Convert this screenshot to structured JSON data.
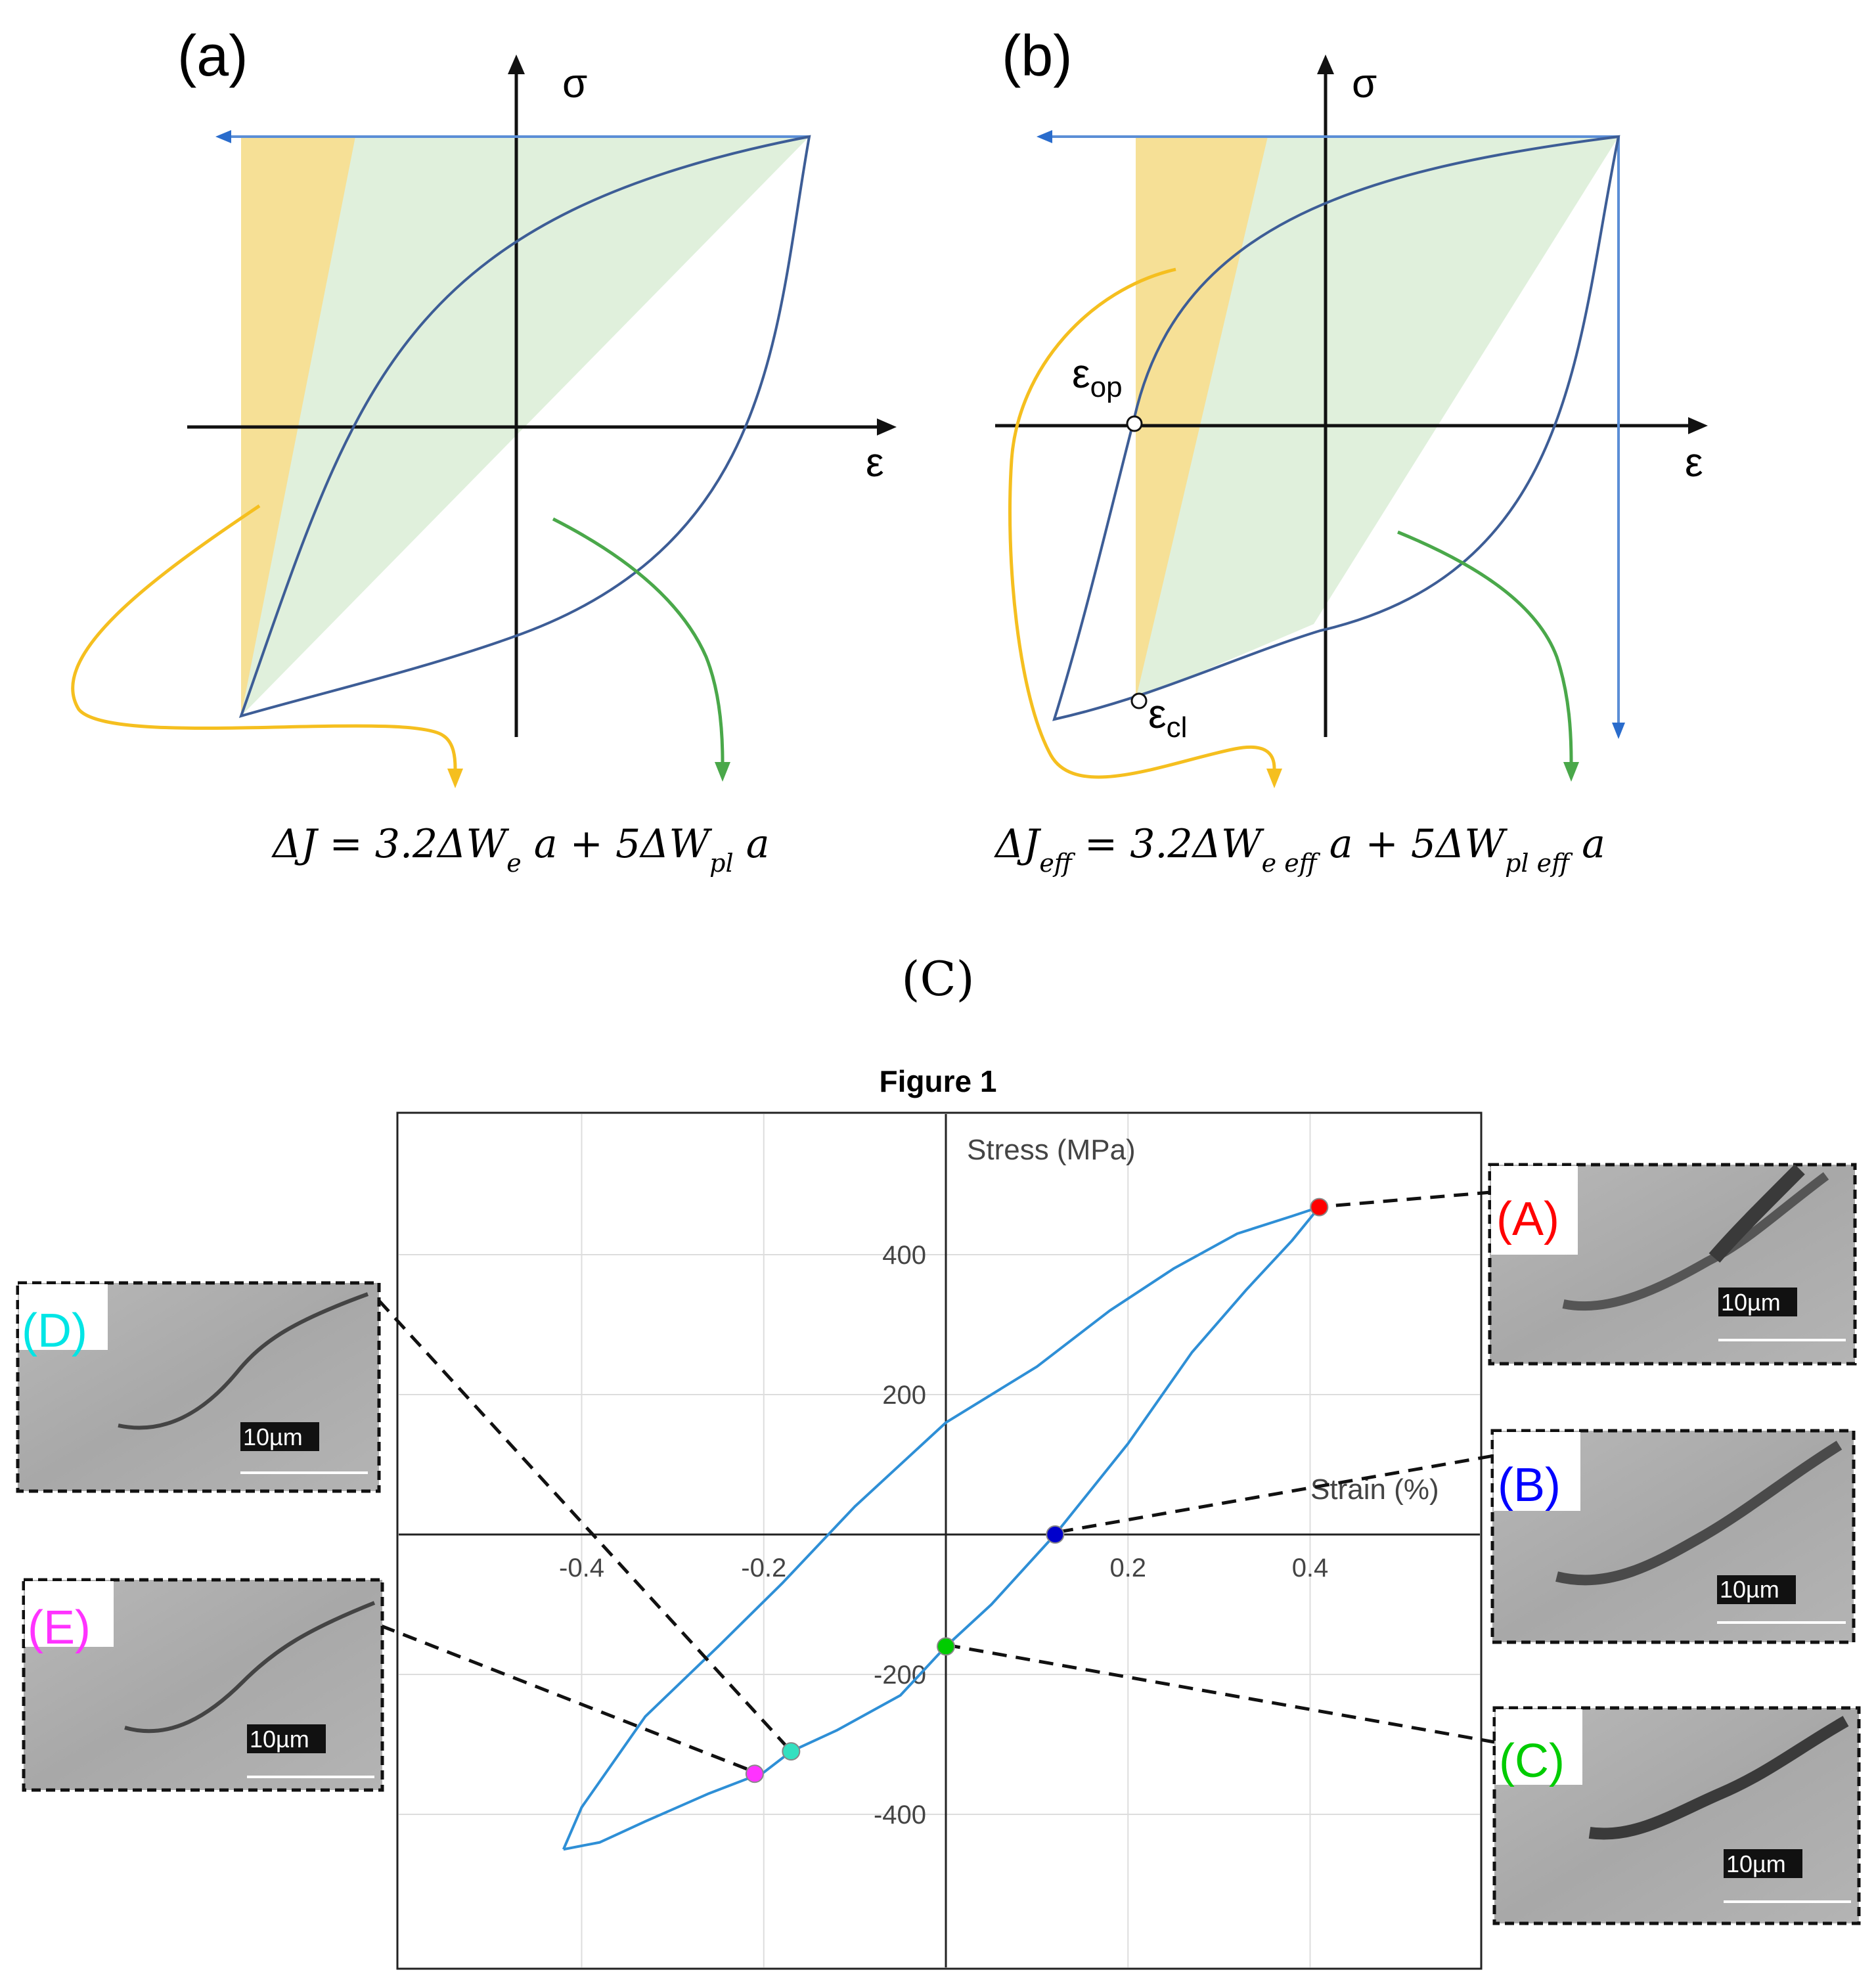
{
  "panel_a": {
    "label": "(a)",
    "sigma": "σ",
    "epsilon": "ε",
    "equation": "ΔJ = 3.2ΔW_e a + 5ΔW_pl a"
  },
  "panel_b": {
    "label": "(b)",
    "sigma": "σ",
    "epsilon": "ε",
    "eps_op": "ε",
    "eps_op_sub": "op",
    "eps_cl": "ε",
    "eps_cl_sub": "cl",
    "equation": "ΔJ_eff = 3.2ΔW_e eff a + 5ΔW_pl eff a"
  },
  "section_label": "(C)",
  "chart": {
    "title": "Figure 1",
    "ylabel": "Stress (MPa)",
    "xlabel": "Strain (%)",
    "x_ticks": [
      "-0.4",
      "-0.2",
      "0.2",
      "0.4"
    ],
    "y_ticks": [
      "400",
      "200",
      "-200",
      "-400"
    ]
  },
  "images": [
    {
      "label": "(A)",
      "scale": "10µm",
      "color": "#ff0000"
    },
    {
      "label": "(B)",
      "scale": "10µm",
      "color": "#0000ff"
    },
    {
      "label": "(C)",
      "scale": "10µm",
      "color": "#00cc00"
    },
    {
      "label": "(D)",
      "scale": "10µm",
      "color": "#00e5e5"
    },
    {
      "label": "(E)",
      "scale": "10µm",
      "color": "#ff33ff"
    }
  ],
  "chart_data": {
    "type": "line",
    "title": "Figure 1",
    "xlabel": "Strain (%)",
    "ylabel": "Stress (MPa)",
    "xlim": [
      -0.62,
      0.6
    ],
    "ylim": [
      -600,
      600
    ],
    "x_ticks": [
      -0.4,
      -0.2,
      0.2,
      0.4
    ],
    "y_ticks": [
      -400,
      -200,
      200,
      400
    ],
    "grid": true,
    "x": [
      -0.42,
      -0.38,
      -0.33,
      -0.26,
      -0.2,
      -0.17,
      -0.12,
      -0.05,
      0.0,
      0.05,
      0.12,
      0.2,
      0.27,
      0.33,
      0.38,
      0.41,
      0.38,
      0.32,
      0.25,
      0.18,
      0.1,
      0.0,
      -0.1,
      -0.18,
      -0.25,
      -0.33,
      -0.4,
      -0.42
    ],
    "y": [
      -450,
      -440,
      -410,
      -370,
      -340,
      -310,
      -280,
      -230,
      -160,
      -100,
      0,
      130,
      260,
      350,
      420,
      468,
      455,
      430,
      380,
      320,
      240,
      160,
      40,
      -70,
      -160,
      -260,
      -390,
      -450
    ],
    "markers": [
      {
        "label": "A",
        "x": 0.41,
        "y": 468,
        "color": "#ff0000"
      },
      {
        "label": "B",
        "x": 0.12,
        "y": 0,
        "color": "#0000cc"
      },
      {
        "label": "C",
        "x": 0.0,
        "y": -160,
        "color": "#00cc00"
      },
      {
        "label": "D",
        "x": -0.17,
        "y": -310,
        "color": "#33e0c0"
      },
      {
        "label": "E",
        "x": -0.21,
        "y": -342,
        "color": "#ff33ff"
      }
    ]
  }
}
